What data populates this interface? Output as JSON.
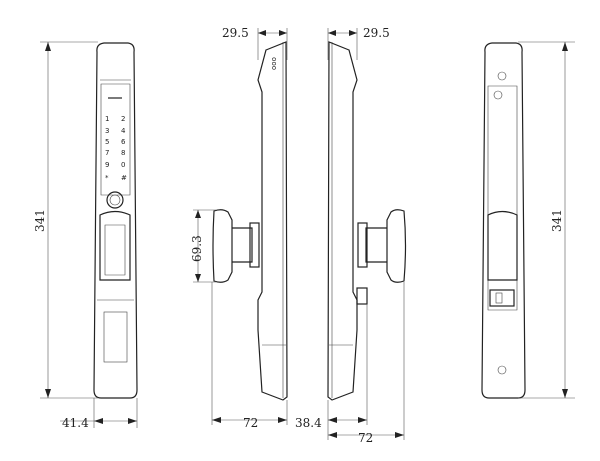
{
  "title": "Smart door lock dimension drawing",
  "dimensions": {
    "height_front": "341",
    "height_back": "341",
    "depth_top_left": "29.5",
    "depth_top_right": "29.5",
    "knob_height": "69.3",
    "width_front": "41.4",
    "handle_depth_left": "72",
    "handle_depth_right": "72",
    "offset_right": "38.4"
  },
  "keypad": {
    "keys": [
      "1",
      "2",
      "3",
      "4",
      "5",
      "6",
      "7",
      "8",
      "9",
      "0",
      "*",
      "#"
    ]
  }
}
